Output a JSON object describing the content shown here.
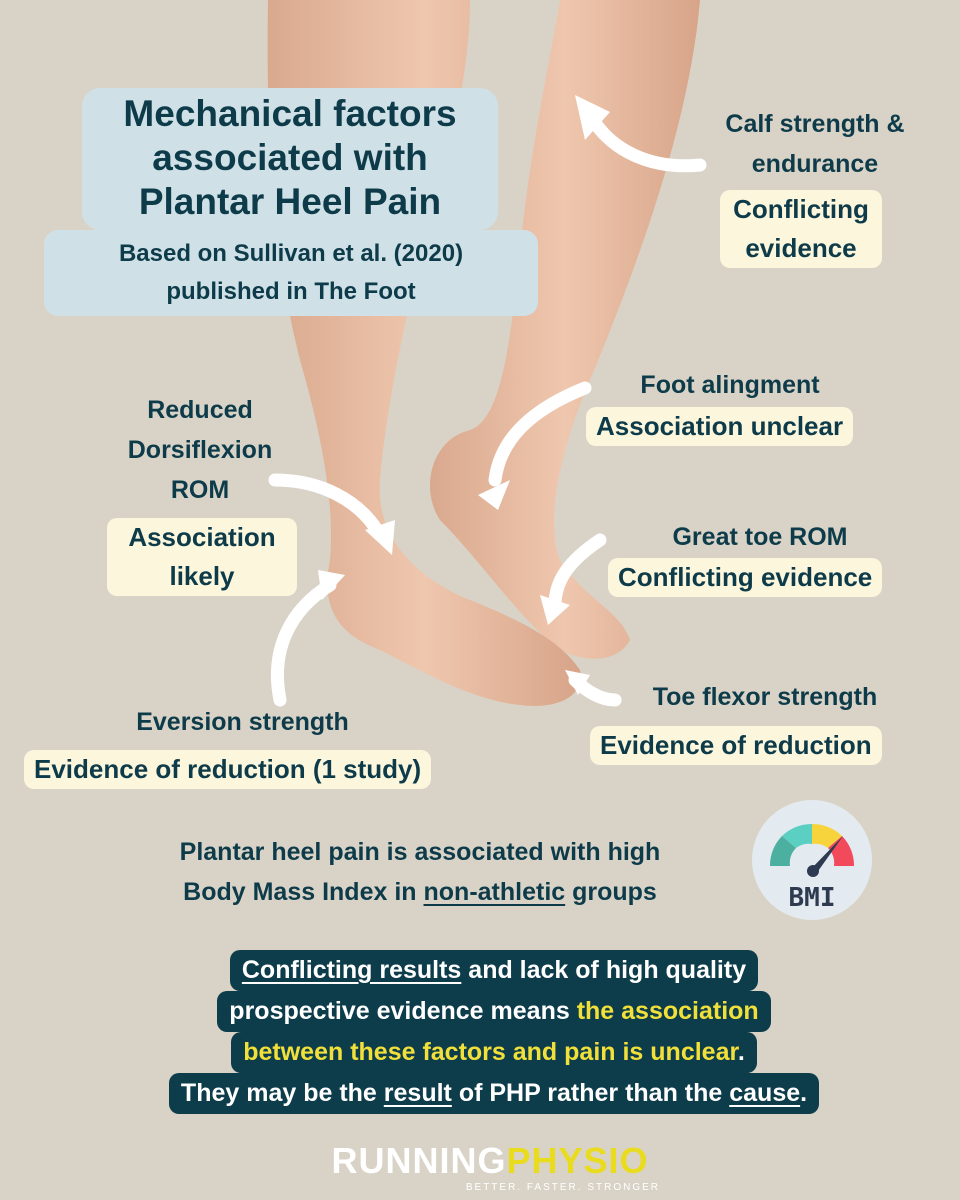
{
  "title": {
    "line1": "Mechanical factors",
    "line2": "associated with",
    "line3": "Plantar Heel Pain"
  },
  "source": {
    "line1": "Based on Sullivan et al. (2020)",
    "line2": "published in The Foot"
  },
  "factors": {
    "calf": {
      "label1": "Calf strength &",
      "label2": "endurance",
      "evidence1": "Conflicting",
      "evidence2": "evidence"
    },
    "foot_alignment": {
      "label": "Foot alingment",
      "evidence": "Association unclear"
    },
    "dorsiflexion": {
      "label1": "Reduced",
      "label2": "Dorsiflexion",
      "label3": "ROM",
      "evidence1": "Association",
      "evidence2": "likely"
    },
    "great_toe": {
      "label": "Great toe ROM",
      "evidence": "Conflicting evidence"
    },
    "toe_flexor": {
      "label": "Toe flexor strength",
      "evidence": "Evidence of reduction"
    },
    "eversion": {
      "label": "Eversion strength",
      "evidence": "Evidence of reduction (1 study)"
    }
  },
  "bmi": {
    "icon_text": "BMI",
    "line1": "Plantar heel pain is associated with high",
    "line2_a": "Body Mass Index in ",
    "line2_u": "non-athletic",
    "line2_b": " groups"
  },
  "conclusion": {
    "l1_u": "Conflicting results",
    "l1_b": " and lack of high quality",
    "l2_a": "prospective evidence means ",
    "l2_hl": "the association",
    "l3_hl": "between these factors and pain is unclear",
    "l3_b": ".",
    "l4_a": "They may be the ",
    "l4_u1": "result",
    "l4_b": " of PHP rather than the ",
    "l4_u2": "cause",
    "l4_c": "."
  },
  "logo": {
    "part1": "RUNNING",
    "part2": "PHYSIO",
    "tagline": "BETTER. FASTER. STRONGER"
  },
  "colors": {
    "background": "#d9d3c7",
    "text": "#0e3b4a",
    "pill": "#fbf6dc",
    "title_box": "#cfe0e6",
    "highlight": "#f2e03a"
  }
}
